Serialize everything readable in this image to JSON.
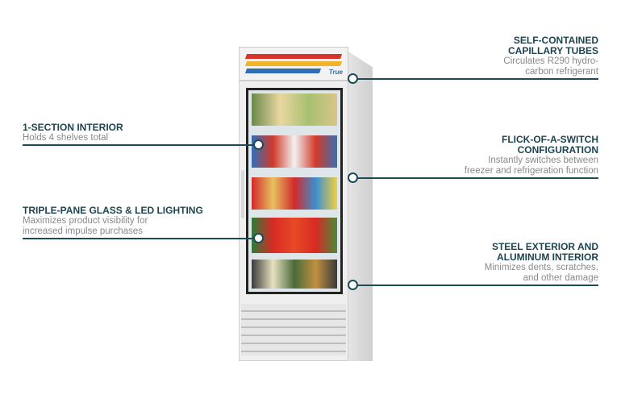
{
  "callouts": {
    "left": [
      {
        "title": "1-SECTION INTERIOR",
        "body": [
          "Holds 4 shelves total"
        ]
      },
      {
        "title": "TRIPLE-PANE GLASS & LED LIGHTING",
        "body": [
          "Maximizes product visibility for",
          "increased impulse purchases"
        ]
      }
    ],
    "right": [
      {
        "title": [
          "SELF-CONTAINED",
          "CAPILLARY TUBES"
        ],
        "body": [
          "Circulates R290 hydro-",
          "carbon refrigerant"
        ]
      },
      {
        "title": [
          "FLICK-OF-A-SWITCH",
          "CONFIGURATION"
        ],
        "body": [
          "Instantly switches between",
          "freezer and refrigeration function"
        ]
      },
      {
        "title": [
          "STEEL EXTERIOR AND",
          "ALUMINUM INTERIOR"
        ],
        "body": [
          "Minimizes dents, scratches,",
          "and other damage"
        ]
      }
    ]
  },
  "product": {
    "logo": "True",
    "header_stripes": [
      "#d9342b",
      "#f0b32a",
      "#2f6db5"
    ]
  },
  "colors": {
    "title": "#1d4451",
    "body": "#8a8a8a",
    "leader": "#1e4a57"
  }
}
